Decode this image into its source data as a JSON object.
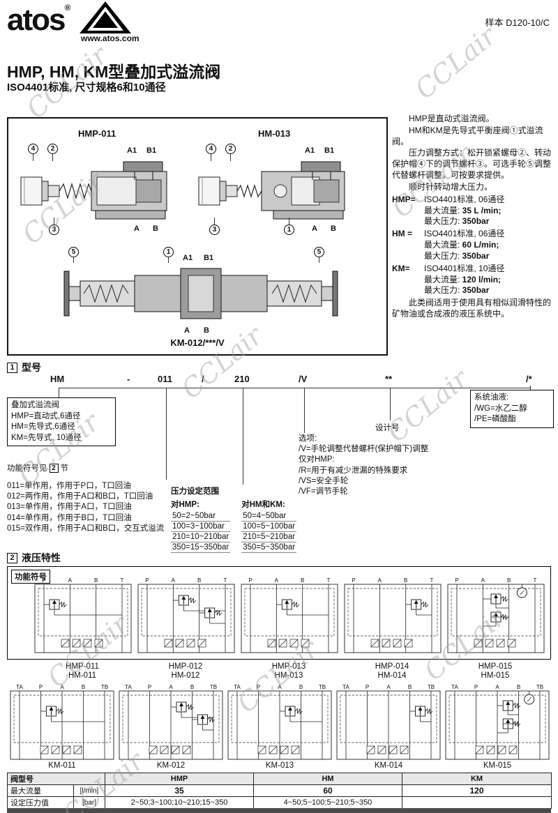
{
  "header": {
    "brand": "atos",
    "reg": "®",
    "website": "www.atos.com",
    "doc_code": "样本 D120-10/C"
  },
  "title": {
    "main": "HMP, HM, KM型叠加式溢流阀",
    "sub": "ISO4401标准, 尺寸规格6和10通径"
  },
  "watermark": {
    "text": "CCLair"
  },
  "figure": {
    "label_left": "HMP-011",
    "label_right": "HM-013",
    "label_bottom": "KM-012/***/V",
    "callouts": [
      "4",
      "2",
      "3",
      "4",
      "2",
      "3",
      "1",
      "5",
      "1",
      "5"
    ],
    "port_labels": [
      "A1",
      "B1",
      "A",
      "B",
      "A1",
      "B1",
      "A",
      "B",
      "A1",
      "B1",
      "A",
      "B"
    ]
  },
  "intro": {
    "p1": "HMP是直动式溢流阀。",
    "p2": "HM和KM是先导式平衡座阀①式溢流阀。",
    "p3": "压力调整方式：松开锁紧螺母②、转动保护帽④下的调节螺杆③。可选手轮⑤调整代替螺杆调整。可按要求提供。",
    "p4": "顺时针转动增大压力。",
    "specs": [
      {
        "name": "HMP=",
        "std": "ISO4401标准, 06通径",
        "flow_label": "最大流量:",
        "flow_value": "35 L /min;",
        "pres_label": "最大压力:",
        "pres_value": "350bar"
      },
      {
        "name": "HM =",
        "std": "ISO4401标准, 06通径",
        "flow_label": "最大流量:",
        "flow_value": "60 L/min;",
        "pres_label": "最大压力:",
        "pres_value": "350bar"
      },
      {
        "name": "KM=",
        "std": "ISO4401标准, 10通径",
        "flow_label": "最大流量:",
        "flow_value": "120 l/min;",
        "pres_label": "最大压力:",
        "pres_value": "350bar"
      }
    ],
    "p5": "此类阀适用于使用具有相似润滑特性的矿物油或合成液的液压系统中。"
  },
  "section1": {
    "num": "1",
    "title": "型号",
    "code_parts": [
      "HM",
      "-",
      "011",
      "/",
      "210",
      "/V",
      "**",
      "/*"
    ],
    "valve_types": [
      "叠加式溢流阀",
      "HMP=直动式,6通径",
      "HM=先导式,6通径",
      "KM=先导式, 10通径"
    ],
    "func_note_pre": "功能符号见",
    "func_note_num": "2",
    "func_note_post": "节",
    "functions": [
      "011=单作用，作用于P口，T口回油",
      "012=两作用，作用于A口和B口，T口回油",
      "013=单作用，作用于A口，T口回油",
      "014=单作用，作用于B口，T口回油",
      "015=双作用，作用于A口和B口，交互式溢流"
    ],
    "fluids": [
      "系统油液:",
      "/WG=水乙二醇",
      "/PE=磷酸酯"
    ],
    "design_label": "设计号",
    "options": [
      "选项:",
      "/V=手轮调整代替螺杆(保护帽下)调整",
      "仅对HMP:",
      "/R=用于有减少泄漏的特殊要求",
      "/VS=安全手轮",
      "/VF=调节手轮"
    ],
    "pressure_title": "压力设定范围",
    "pressure_hmp_title": "对HMP:",
    "pressure_hmp": [
      "50=2~50bar",
      "100=3~100bar",
      "210=10~210bar",
      "350=15~350bar"
    ],
    "pressure_hmkm_title": "对HM和KM:",
    "pressure_hmkm": [
      "50=4~50bar",
      "100=5~100bar",
      "210=5~210bar",
      "350=5~350bar"
    ]
  },
  "section2": {
    "num": "2",
    "title": "液压特性",
    "symbol_label": "功能符号",
    "row1_ports": [
      "P",
      "A",
      "B",
      "T"
    ],
    "row2_ports": [
      "TA",
      "P",
      "A",
      "B",
      "TB"
    ],
    "row1_labels": [
      [
        "HMP-011",
        "HM-011"
      ],
      [
        "HMP-012",
        "HM-012"
      ],
      [
        "HMP-013",
        "HM-013"
      ],
      [
        "HMP-014",
        "HM-014"
      ],
      [
        "HMP-015",
        "HM-015"
      ]
    ],
    "row2_labels": [
      "KM-011",
      "KM-012",
      "KM-013",
      "KM-014",
      "KM-015"
    ]
  },
  "table": {
    "rows": [
      {
        "header": true,
        "cells": [
          {
            "t": "阀型号",
            "span": 2
          },
          {
            "t": "HMP"
          },
          {
            "t": "HM"
          },
          {
            "t": "KM"
          }
        ]
      },
      {
        "cells": [
          {
            "t": "最大流量"
          },
          {
            "t": "[l/min]"
          },
          {
            "t": "35"
          },
          {
            "t": "60"
          },
          {
            "t": "120"
          }
        ]
      },
      {
        "cells": [
          {
            "t": "设定压力值"
          },
          {
            "t": "[bar]"
          },
          {
            "t": "2~50;3~100;10~210;15~350"
          },
          {
            "t": "4~50;5~100;5~210;5~350"
          },
          {
            "t": ""
          }
        ]
      }
    ]
  }
}
